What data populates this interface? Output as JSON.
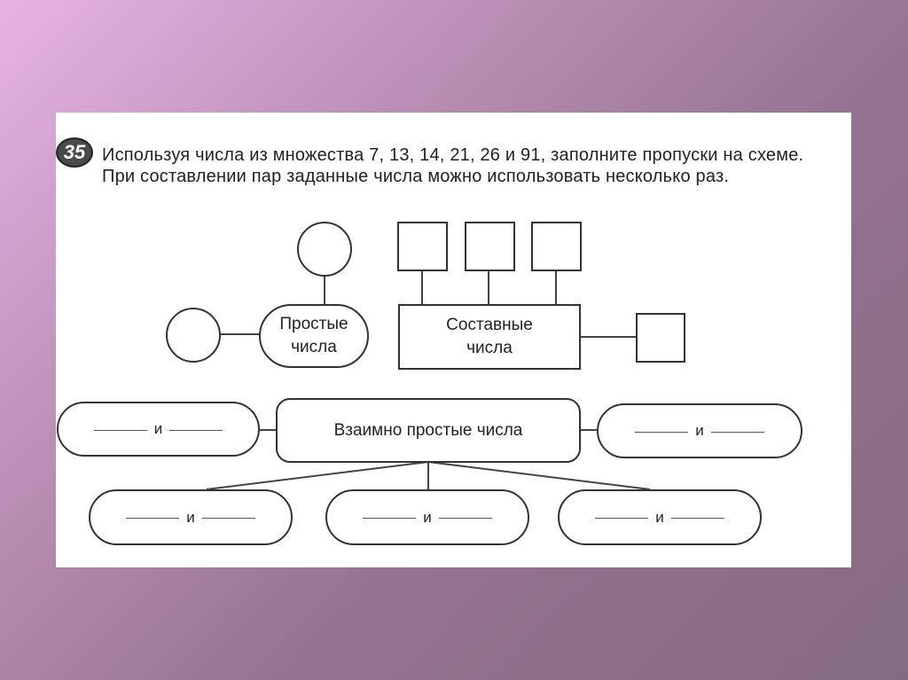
{
  "task": {
    "number": "35",
    "text": "Используя числа из множества 7, 13, 14, 21, 26 и 91, заполните пропуски на схеме. При составлении пар заданные числа можно использовать несколько раз."
  },
  "diagram": {
    "prime_label_line1": "Простые",
    "prime_label_line2": "числа",
    "composite_label_line1": "Составные",
    "composite_label_line2": "числа",
    "coprime_label": "Взаимно простые числа",
    "pair_conjunction": "и"
  }
}
